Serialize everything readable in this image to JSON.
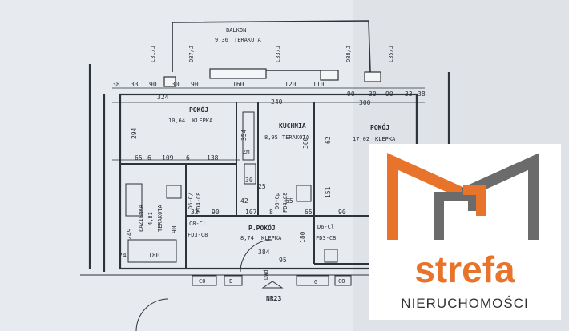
{
  "plan": {
    "balcony": {
      "label": "BALKON",
      "area": "9,36",
      "floor": "TERAKOTA"
    },
    "rooms": [
      {
        "label": "POKÓJ",
        "area": "10,64",
        "floor": "KLEPKA"
      },
      {
        "label": "KUCHNIA",
        "area": "8,95",
        "floor": "TERAKOTA"
      },
      {
        "label": "POKÓJ",
        "area": "17,02",
        "floor": "KLEPKA"
      },
      {
        "label": "ŁAZIENKA",
        "area": "4,81",
        "floor": "TERAKOTA"
      },
      {
        "label": "P.POKÓJ",
        "area": "8,74",
        "floor": "KLEPKA"
      }
    ],
    "codes": {
      "ob7": "OB7/J",
      "c31": "C31/J",
      "c33": "C33/J",
      "ob8": "OB8/J",
      "c35": "C35/J",
      "zm": "ZM",
      "c6c1": "D6-C/",
      "fd4c1": "FD4-C8",
      "c6cp": "D6-Cp",
      "fd4c2": "FD4-C8",
      "c8cl": "C8-Cl",
      "fd3c8": "FD3-C8",
      "d6cl": "D6-Cl",
      "fd3c82": "FD3-C8",
      "nr": "NR23",
      "dwd": "DWd",
      "co1": "CO",
      "co2": "CO",
      "g": "G",
      "e": "E"
    },
    "dims": {
      "d38a": "38",
      "d33a": "33",
      "d90a": "90",
      "d30a": "30",
      "d90b": "90",
      "d324": "324",
      "d160": "160",
      "d240": "240",
      "d120": "120",
      "d110": "110",
      "d90c": "90",
      "d30b": "30",
      "d90d": "90",
      "d33b": "33",
      "d38b": "38",
      "d300": "300",
      "d294": "294",
      "d354": "354",
      "d360": "360",
      "d62": "62",
      "d65": "65",
      "d6a": "6",
      "d109": "109",
      "d6b": "6",
      "d138": "138",
      "d30c": "30",
      "d25": "25",
      "d151": "151",
      "d32": "32",
      "d90e": "90",
      "d42": "42",
      "d107": "107",
      "d8": "8",
      "d65b": "65",
      "d65c": "65",
      "d90f": "90",
      "d90g": "90",
      "d249": "249",
      "d180a": "180",
      "d180b": "180",
      "d384": "384",
      "d95": "95",
      "d24": "24"
    }
  },
  "logo": {
    "word": "strefa",
    "subtitle": "NIERUCHOMOŚCI",
    "colors": {
      "orange": "#e8732a",
      "gray": "#6b6b6b"
    }
  }
}
